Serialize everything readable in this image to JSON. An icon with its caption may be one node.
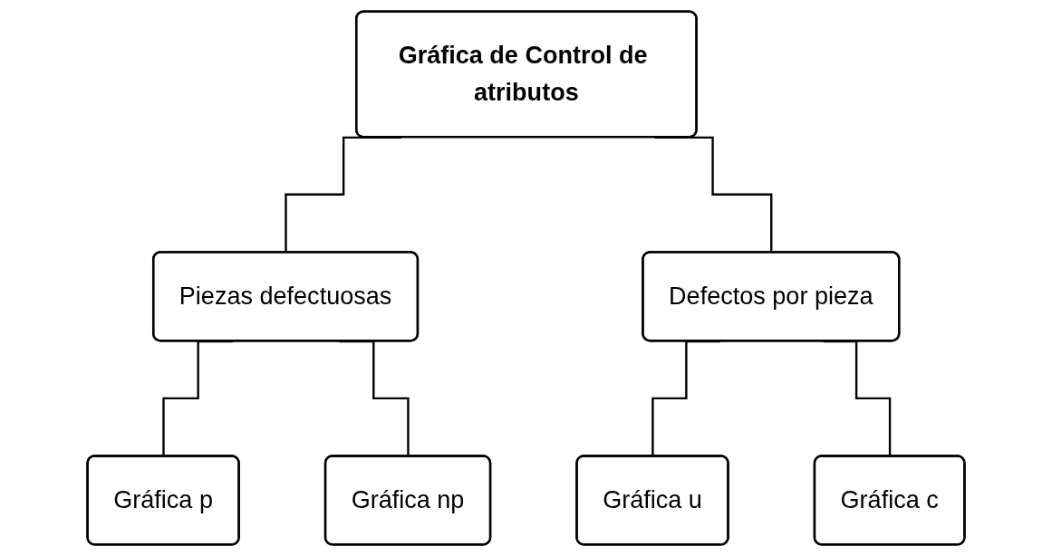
{
  "diagram": {
    "nodes": [
      {
        "text": [
          "Gráfica de Control de atributos"
        ]
      },
      {
        "text": [
          "Piezas defectuosas"
        ]
      },
      {
        "text": [
          "Defectos por pieza"
        ]
      },
      {
        "text": [
          "Gráfica p"
        ]
      },
      {
        "text": [
          "Gráfica np"
        ]
      },
      {
        "text": [
          "Gráfica u"
        ]
      },
      {
        "text": [
          "Gráfica c"
        ]
      }
    ],
    "edges": [
      {
        "from": 0,
        "to": 1,
        "arrow": "none"
      },
      {
        "from": 0,
        "to": 2,
        "arrow": "none"
      },
      {
        "from": 1,
        "to": 3,
        "arrow": "none"
      },
      {
        "from": 1,
        "to": 4,
        "arrow": "none"
      },
      {
        "from": 2,
        "to": 5,
        "arrow": "none"
      },
      {
        "from": 2,
        "to": 6,
        "arrow": "none"
      }
    ]
  }
}
